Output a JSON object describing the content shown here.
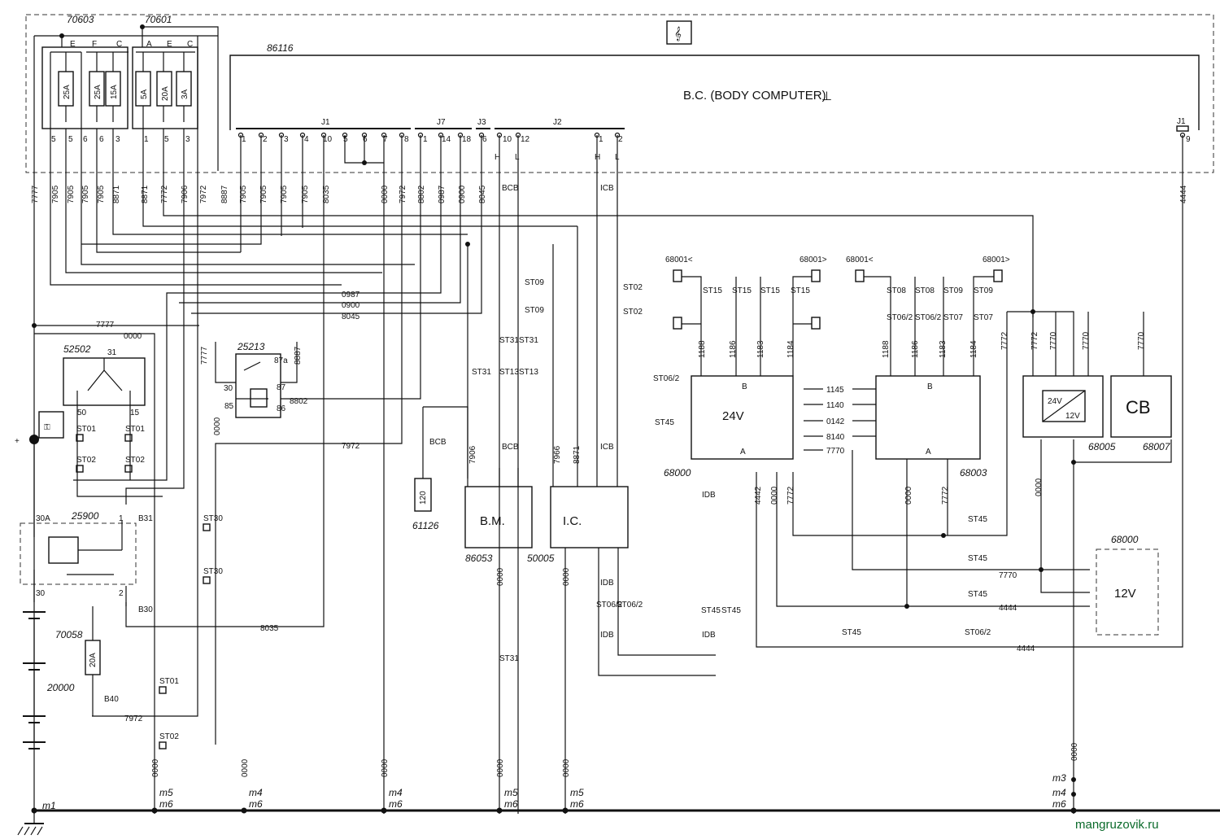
{
  "diagram": {
    "body_computer": {
      "label": "B.C. (BODY COMPUTER)",
      "code": "86116",
      "connectors": [
        "J1",
        "J7",
        "J3",
        "J2",
        "J1"
      ]
    },
    "fuse_boxes": [
      {
        "code": "70603",
        "letters": [
          "E",
          "F",
          "C"
        ],
        "fuses": [
          "25A",
          "25A",
          "15A"
        ]
      },
      {
        "code": "70601",
        "letters": [
          "A",
          "E",
          "C"
        ],
        "fuses": [
          "5A",
          "20A",
          "3A"
        ]
      }
    ],
    "fuse_pins": [
      "5",
      "5",
      "6",
      "6",
      "3",
      "1",
      "5",
      "3"
    ],
    "wire_codes_top": [
      "7777",
      "7905",
      "7905",
      "7905",
      "7905",
      "8871",
      "8871",
      "7772",
      "7906",
      "7972",
      "8887",
      "7905",
      "7905",
      "7905",
      "7905",
      "8035",
      "0000",
      "7972",
      "8802",
      "0987",
      "0900",
      "8045"
    ],
    "j1_pins": [
      "1",
      "2",
      "3",
      "4",
      "10",
      "5",
      "6",
      "7",
      "8"
    ],
    "j7_pins": [
      "1",
      "14",
      "18"
    ],
    "j3_pins": [
      "6"
    ],
    "j2_pins": [
      "10",
      "12",
      "1",
      "2"
    ],
    "j1b_pin": "9",
    "wire_4444": "4444",
    "bus_labels": [
      "BCB",
      "ICB",
      "IDB",
      "H",
      "L"
    ],
    "components": {
      "c52502": "52502",
      "c25213": "25213",
      "c25900": "25900",
      "c70058": "70058",
      "c70058_fuse": "20A",
      "c20000": "20000",
      "c61126": "61126",
      "c61126_res": "120",
      "c86053": "86053",
      "c86053_label": "B.M.",
      "c50005": "50005",
      "c50005_label": "I.C.",
      "c68000": "68000",
      "c68000_label": "24V",
      "c68003": "68003",
      "c68005": "68005",
      "c68005_top": "24V",
      "c68005_bot": "12V",
      "c68007": "68007",
      "c68007_label": "CB",
      "c68000b": "68000",
      "c68000b_label": "12V",
      "speaker_left": "68001<",
      "speaker_right": "68001>"
    },
    "relay_pins": [
      "30",
      "87a",
      "87",
      "85",
      "86"
    ],
    "switch_pins": [
      "31",
      "50",
      "15"
    ],
    "ignition_pins": [
      "30A",
      "1",
      "30",
      "2"
    ],
    "b_labels": [
      "B31",
      "B30",
      "B40"
    ],
    "bus_wires": [
      "1145",
      "1140",
      "0142",
      "8140",
      "7770"
    ],
    "ground_labels": [
      "m1",
      "m5",
      "m6",
      "m4",
      "m6",
      "m4",
      "m6",
      "m5",
      "m6",
      "m5",
      "m6",
      "m3",
      "m4",
      "m6"
    ],
    "st_labels": [
      "ST01",
      "ST02",
      "ST01",
      "ST02",
      "ST30",
      "ST30",
      "ST01",
      "ST02",
      "ST09",
      "ST09",
      "ST31",
      "ST31",
      "ST13",
      "ST13",
      "ST31",
      "ST02",
      "ST02",
      "ST06/2",
      "ST45",
      "ST15",
      "ST15",
      "ST15",
      "ST15",
      "ST08",
      "ST08",
      "ST06/2",
      "ST06/2",
      "ST09",
      "ST09",
      "ST07",
      "ST07",
      "ST45",
      "ST45",
      "ST45",
      "ST45",
      "ST45",
      "ST45",
      "ST06/2",
      "ST06/2",
      "ST06/2",
      "ST31"
    ],
    "midwires": [
      "0987",
      "0900",
      "8045",
      "7777",
      "0000",
      "7972",
      "8802",
      "8035",
      "7972",
      "1188",
      "1186",
      "1183",
      "1184",
      "7906",
      "8871",
      "7966",
      "4442",
      "0000",
      "7772",
      "7770",
      "0000",
      "7772",
      "7772",
      "7772",
      "7770",
      "7770",
      "7770",
      "0000",
      "4444"
    ],
    "watermark": "mangruzovik.ru"
  }
}
